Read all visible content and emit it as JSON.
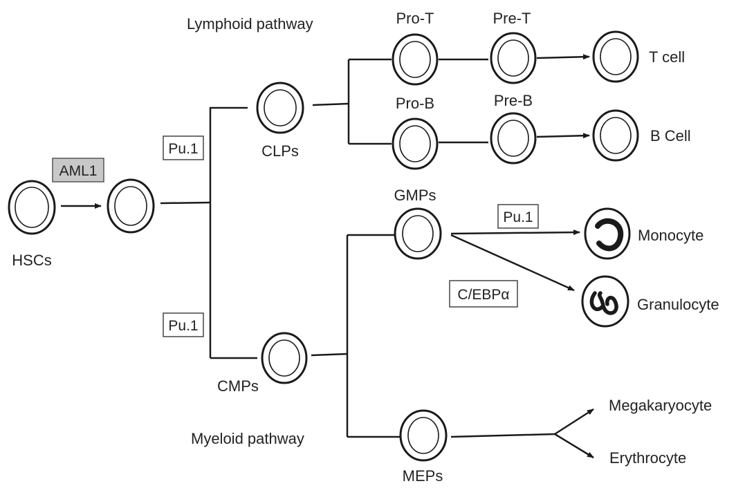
{
  "diagram": {
    "pathways": {
      "lymphoid": "Lymphoid pathway",
      "myeloid": "Myeloid pathway"
    },
    "cells": {
      "hsc": "HSCs",
      "clp": "CLPs",
      "cmp": "CMPs",
      "gmp": "GMPs",
      "mep": "MEPs",
      "pro_t": "Pro-T",
      "pre_t": "Pre-T",
      "pro_b": "Pro-B",
      "pre_b": "Pre-B",
      "t_cell": "T cell",
      "b_cell": "B Cell",
      "monocyte": "Monocyte",
      "granulocyte": "Granulocyte",
      "megakaryocyte": "Megakaryocyte",
      "erythrocyte": "Erythrocyte"
    },
    "factors": {
      "aml1": "AML1",
      "pu1_lymphoid": "Pu.1",
      "pu1_myeloid": "Pu.1",
      "pu1_monocyte": "Pu.1",
      "cebpa": "C/EBPα"
    },
    "colors": {
      "line": "#1a1a1a",
      "text": "#222222",
      "aml1_fill": "#c8c8c8"
    }
  }
}
